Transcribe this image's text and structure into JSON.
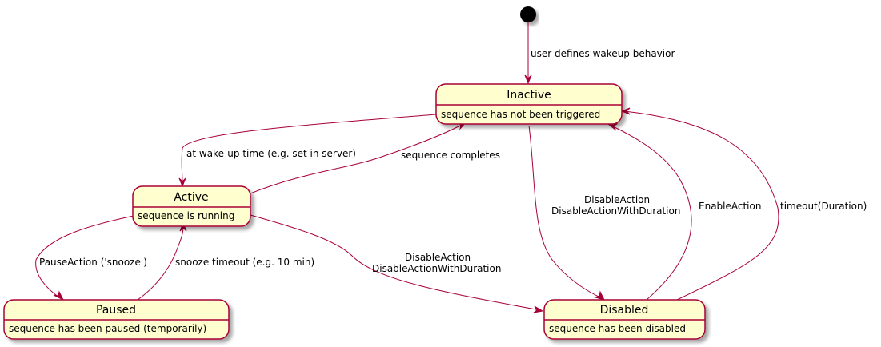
{
  "colors": {
    "state_fill": "#FEFECE",
    "state_border": "#A80036",
    "edge": "#A80036",
    "initial_node": "#000000"
  },
  "states": {
    "inactive": {
      "title": "Inactive",
      "description": "sequence has not been triggered"
    },
    "active": {
      "title": "Active",
      "description": "sequence is running"
    },
    "paused": {
      "title": "Paused",
      "description": "sequence has been paused (temporarily)"
    },
    "disabled": {
      "title": "Disabled",
      "description": "sequence has been disabled"
    }
  },
  "transitions": {
    "initial_to_inactive": {
      "label": "user defines wakeup behavior"
    },
    "inactive_to_active": {
      "label": "at wake-up time (e.g. set in server)"
    },
    "active_to_inactive": {
      "label": "sequence completes"
    },
    "active_to_paused": {
      "label": "PauseAction ('snooze')"
    },
    "paused_to_active": {
      "label": "snooze timeout (e.g. 10 min)"
    },
    "active_to_disabled": {
      "label_line1": "DisableAction",
      "label_line2": "DisableActionWithDuration"
    },
    "inactive_to_disabled": {
      "label_line1": "DisableAction",
      "label_line2": "DisableActionWithDuration"
    },
    "disabled_to_inactive_enable": {
      "label": "EnableAction"
    },
    "disabled_to_inactive_timeout": {
      "label": "timeout(Duration)"
    }
  }
}
